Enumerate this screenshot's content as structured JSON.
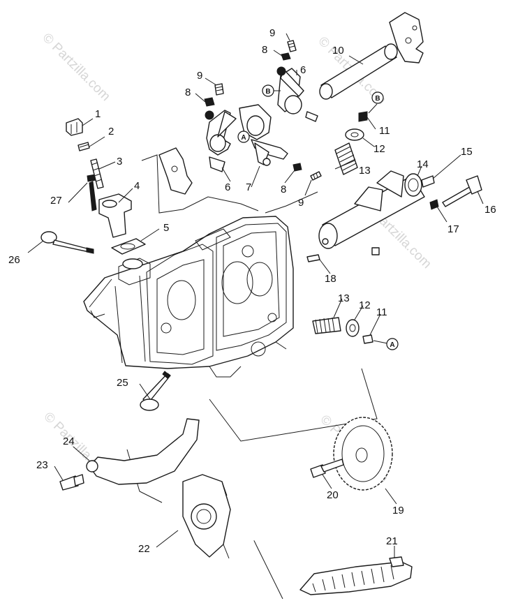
{
  "watermark": "© Partzilla.com",
  "callouts": {
    "p1": "1",
    "p2": "2",
    "p3": "3",
    "p4": "4",
    "p5": "5",
    "p6a": "6",
    "p6b": "6",
    "p7": "7",
    "p8a": "8",
    "p8b": "8",
    "p8c": "8",
    "p9a": "9",
    "p9b": "9",
    "p9c": "9",
    "p10": "10",
    "p11a": "11",
    "p11b": "11",
    "p12a": "12",
    "p12b": "12",
    "p13a": "13",
    "p13b": "13",
    "p14": "14",
    "p15": "15",
    "p16": "16",
    "p17": "17",
    "p18": "18",
    "p19": "19",
    "p20": "20",
    "p21": "21",
    "p22": "22",
    "p23": "23",
    "p24": "24",
    "p25": "25",
    "p26": "26",
    "p27": "27"
  },
  "refs": {
    "a1": "A",
    "a2": "A",
    "b1": "B",
    "b2": "B"
  }
}
